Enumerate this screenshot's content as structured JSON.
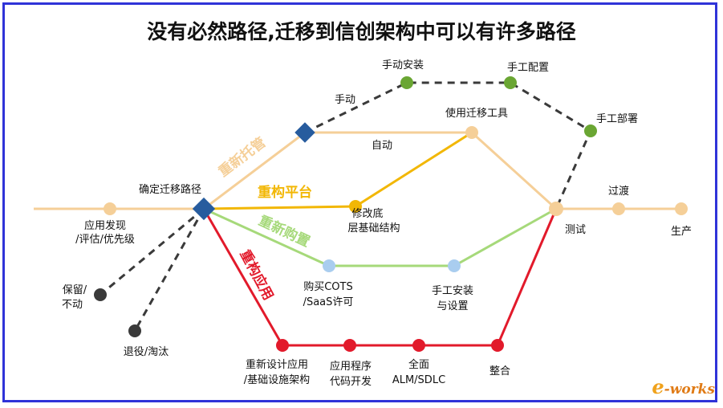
{
  "title": "没有必然路径,迁移到信创架构中可以有许多路径",
  "colors": {
    "frame": "#2f33d8",
    "rehost": "#f5cf98",
    "replatform": "#f2b705",
    "repurchase": "#a6d97a",
    "refactor": "#e21a2b",
    "manual": "#3a3a3a",
    "green_node": "#6aa633",
    "blue_node": "#a9cdef",
    "decision": "#275c9e"
  },
  "routes": {
    "rehost": "重新托管",
    "replatform": "重构平台",
    "repurchase": "重新购置",
    "refactor": "重构应用"
  },
  "edges": {
    "manual": "手动",
    "auto": "自动"
  },
  "nodes": {
    "discover_l1": "应用发现",
    "discover_l2": "/评估/优先级",
    "decide": "确定迁移路径",
    "retain_l1": "保留/",
    "retain_l2": "不动",
    "retire": "退役/淘汰",
    "manual_install": "手动安装",
    "manual_config": "手工配置",
    "manual_deploy": "手工部署",
    "migration_tool": "使用迁移工具",
    "modify_l1": "修改底",
    "modify_l2": "层基础结构",
    "cots_l1": "购买COTS",
    "cots_l2": "/SaaS许可",
    "setup_l1": "手工安装",
    "setup_l2": "与设置",
    "redesign_l1": "重新设计应用",
    "redesign_l2": "/基础设施架构",
    "dev_l1": "应用程序",
    "dev_l2": "代码开发",
    "alm_l1": "全面",
    "alm_l2": "ALM/SDLC",
    "integrate": "整合",
    "test": "测试",
    "transition": "过渡",
    "production": "生产"
  },
  "logo": {
    "e": "e",
    "rest": "-works"
  }
}
